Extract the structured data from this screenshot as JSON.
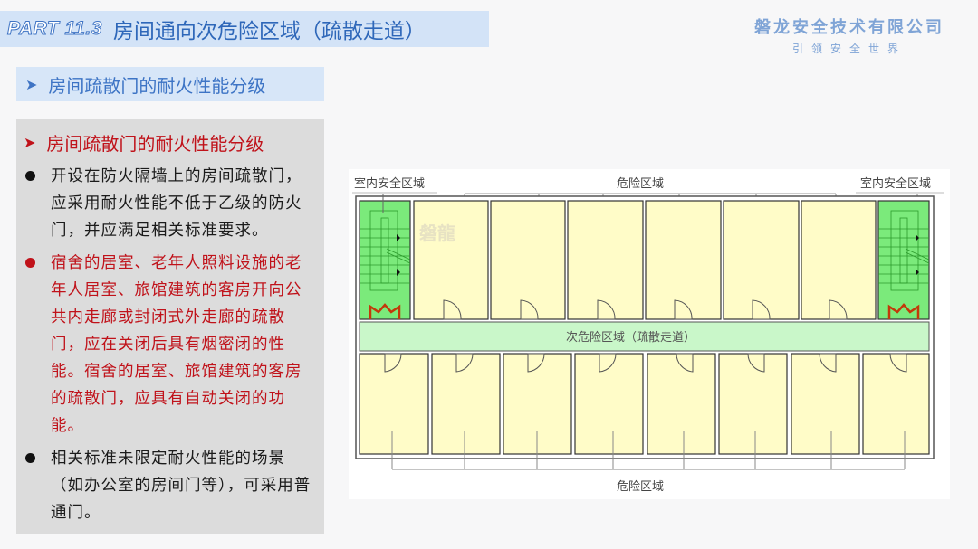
{
  "header": {
    "part_label": "PART 11.3",
    "title": "房间通向次危险区域（疏散走道）"
  },
  "brand": {
    "name": "磐龙安全技术有限公司",
    "slogan": "引领安全世界"
  },
  "section": {
    "icon": "arrow-bullet-icon",
    "label": "房间疏散门的耐火性能分级"
  },
  "content": {
    "heading": "房间疏散门的耐火性能分级",
    "bullets": [
      {
        "color": "#1b1b1b",
        "text": "开设在防火隔墙上的房间疏散门，应采用耐火性能不低于乙级的防火门，并应满足相关标准要求。"
      },
      {
        "color": "#c0121a",
        "text": "宿舍的居室、老年人照料设施的老年人居室、旅馆建筑的客房开向公共内走廊或封闭式外走廊的疏散门，应在关闭后具有烟密闭的性能。宿舍的居室、旅馆建筑的客房的疏散门，应具有自动关闭的功能。"
      },
      {
        "color": "#1b1b1b",
        "text": "相关标准未限定耐火性能的场景（如办公室的房间门等），可采用普通门。"
      }
    ]
  },
  "diagram": {
    "labels": {
      "safe_left": "室内安全区域",
      "danger_top": "危险区域",
      "safe_right": "室内安全区域",
      "corridor": "次危险区域（疏散走道）",
      "danger_bottom": "危险区域",
      "watermark": "磐龍"
    },
    "colors": {
      "stair_green": "#7bea7b",
      "room_yellow": "#fffcc8",
      "corridor_green": "#c9f7c9",
      "wall": "#555555",
      "fire_door": "#c23a0a"
    },
    "top_rooms": 6,
    "bottom_rooms": 8,
    "stairwells": 2
  }
}
